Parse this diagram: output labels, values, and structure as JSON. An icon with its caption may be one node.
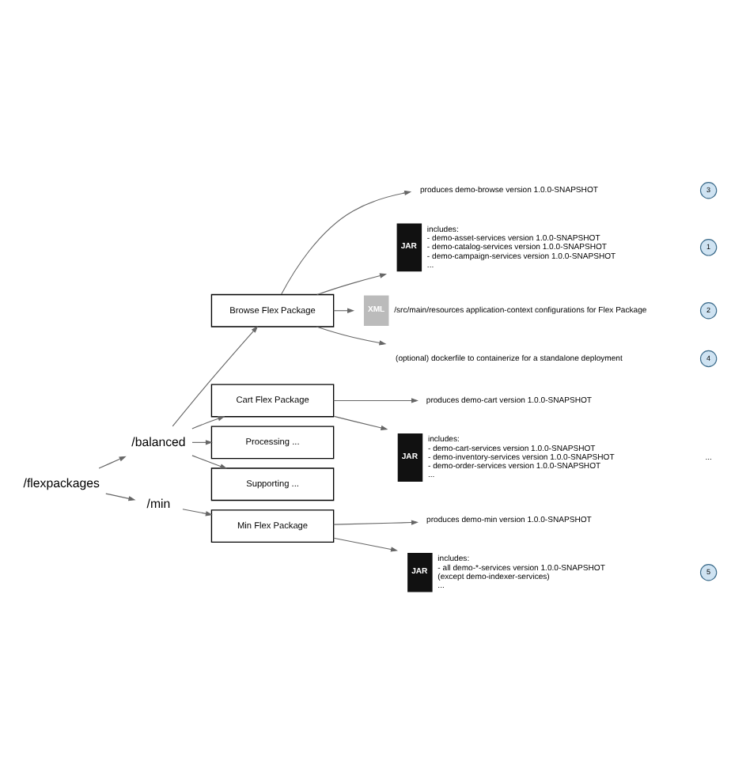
{
  "diagram": {
    "nodes": [
      {
        "text": [
          "/flexpackages"
        ]
      },
      {
        "text": [
          "/balanced"
        ]
      },
      {
        "text": [
          "Browse Flex Package"
        ]
      },
      {
        "text": [
          "produces demo-browse version 1.0.0-SNAPSHOT"
        ]
      },
      {
        "text": [
          "3"
        ]
      },
      {
        "text": [
          "JAR",
          "includes:",
          "- demo-asset-services version 1.0.0-SNAPSHOT",
          "- demo-catalog-services version 1.0.0-SNAPSHOT",
          "- demo-campaign-services version 1.0.0-SNAPSHOT",
          "..."
        ]
      },
      {
        "text": [
          "1"
        ]
      },
      {
        "text": [
          "XML",
          "/src/main/resources application-context configurations for Flex Package"
        ]
      },
      {
        "text": [
          "2"
        ]
      },
      {
        "text": [
          "(optional) dockerfile to containerize for a standalone deployment"
        ]
      },
      {
        "text": [
          "4"
        ]
      },
      {
        "text": [
          "Cart Flex Package"
        ]
      },
      {
        "text": [
          "produces demo-cart version 1.0.0-SNAPSHOT"
        ]
      },
      {
        "text": [
          "JAR",
          "includes:",
          "- demo-cart-services version 1.0.0-SNAPSHOT",
          "- demo-inventory-services version 1.0.0-SNAPSHOT",
          "- demo-order-services version 1.0.0-SNAPSHOT",
          "..."
        ]
      },
      {
        "text": [
          "Processing ..."
        ]
      },
      {
        "text": [
          "Supporting ..."
        ]
      },
      {
        "text": [
          "/min"
        ]
      },
      {
        "text": [
          "Min Flex Package"
        ]
      },
      {
        "text": [
          "produces demo-min version 1.0.0-SNAPSHOT"
        ]
      },
      {
        "text": [
          "JAR",
          "includes:",
          "- all demo-*-services version 1.0.0-SNAPSHOT",
          "(except demo-indexer-services)",
          "..."
        ]
      },
      {
        "text": [
          "5"
        ]
      }
    ],
    "edges": [
      {
        "from": 0,
        "to": 1,
        "arrow": "to"
      },
      {
        "from": 0,
        "to": 16,
        "arrow": "to"
      },
      {
        "from": 1,
        "to": 2,
        "arrow": "to"
      },
      {
        "from": 1,
        "to": 11,
        "arrow": "to"
      },
      {
        "from": 1,
        "to": 14,
        "arrow": "to"
      },
      {
        "from": 1,
        "to": 15,
        "arrow": "to"
      },
      {
        "from": 2,
        "to": 3,
        "arrow": "to"
      },
      {
        "from": 2,
        "to": 5,
        "arrow": "to"
      },
      {
        "from": 2,
        "to": 7,
        "arrow": "to"
      },
      {
        "from": 2,
        "to": 9,
        "arrow": "to"
      },
      {
        "from": 11,
        "to": 12,
        "arrow": "to"
      },
      {
        "from": 11,
        "to": 13,
        "arrow": "to"
      },
      {
        "from": 16,
        "to": 17,
        "arrow": "to"
      },
      {
        "from": 17,
        "to": 18,
        "arrow": "to"
      },
      {
        "from": 17,
        "to": 19,
        "arrow": "to"
      }
    ],
    "labels": [
      "..."
    ]
  }
}
